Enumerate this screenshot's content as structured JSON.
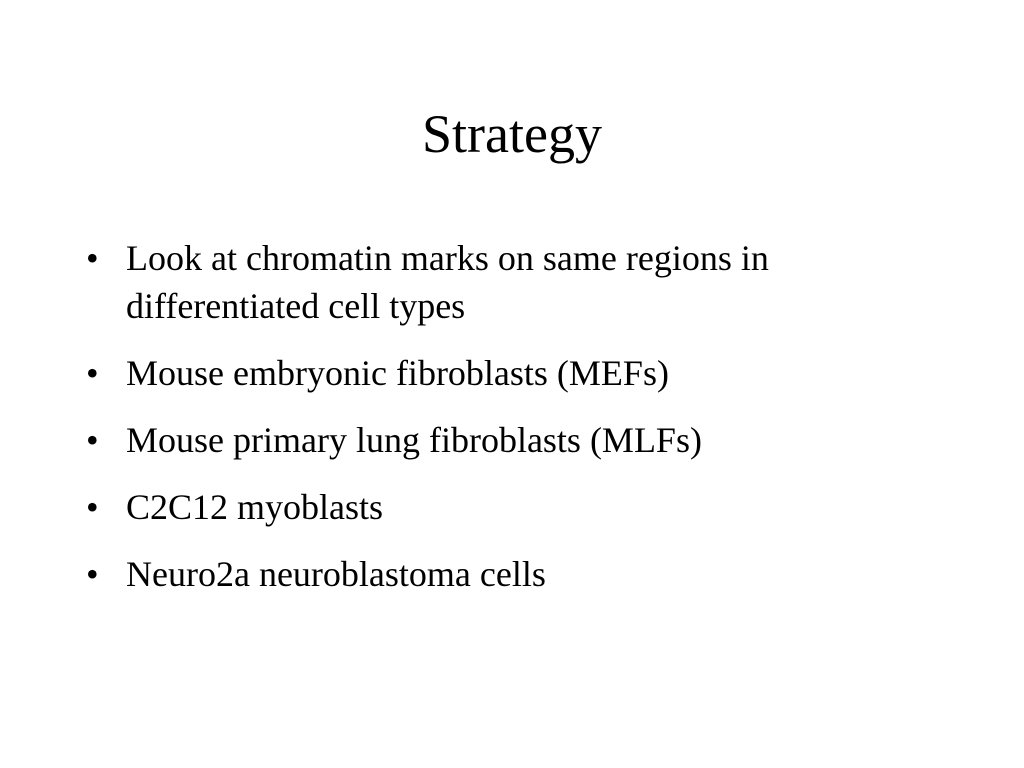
{
  "slide": {
    "title": "Strategy",
    "bullet_glyph": "•",
    "bullets": [
      "Look at chromatin marks on same regions in differentiated cell types",
      "Mouse embryonic fibroblasts (MEFs)",
      "Mouse primary lung fibroblasts (MLFs)",
      "C2C12 myoblasts",
      "Neuro2a neuroblastoma cells"
    ]
  }
}
